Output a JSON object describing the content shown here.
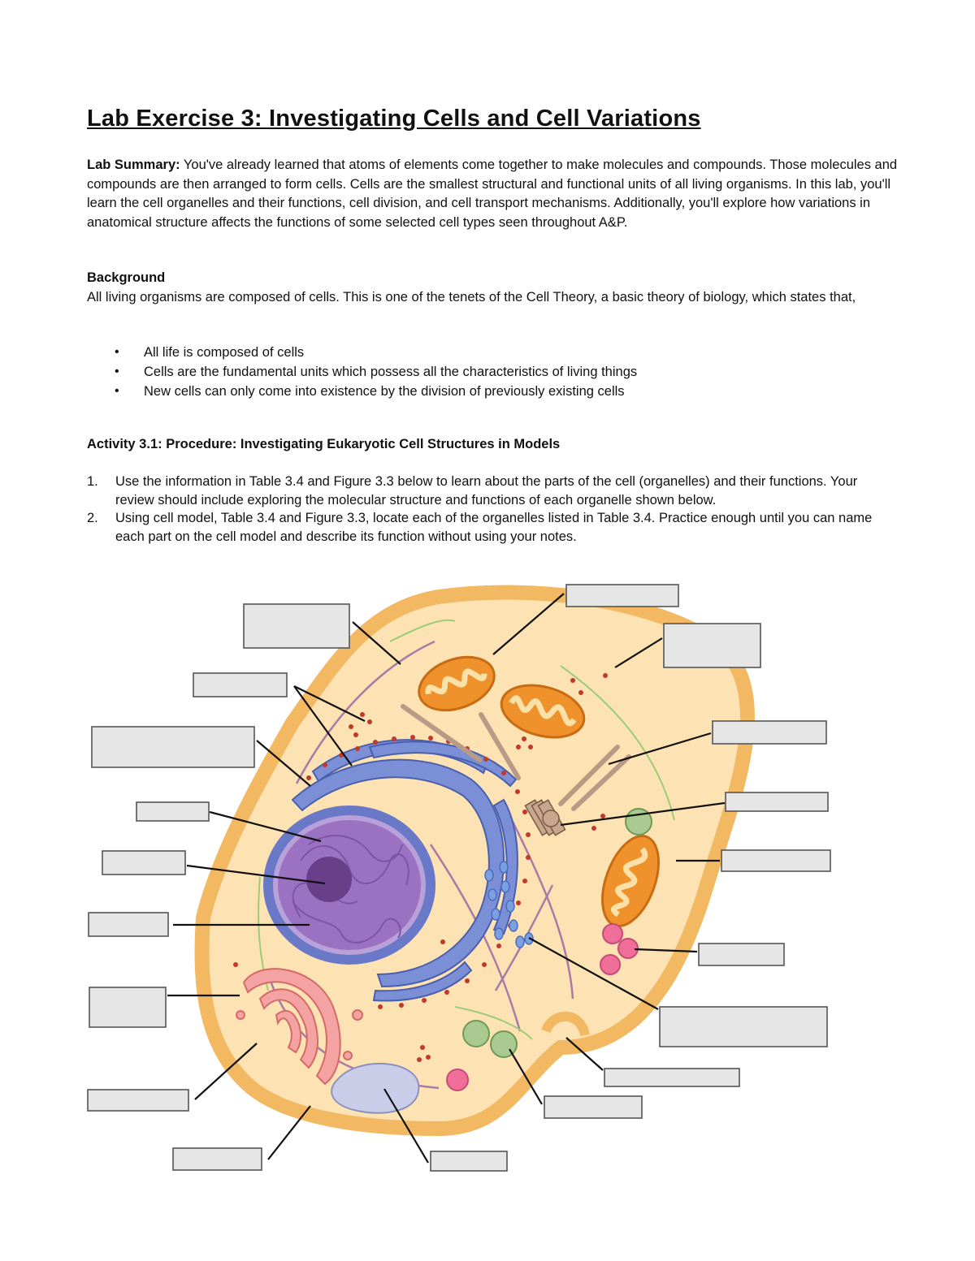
{
  "title": "Lab Exercise 3:  Investigating Cells and Cell Variations",
  "summary": {
    "label": "Lab Summary:",
    "text": " You've already learned that atoms of elements come together to make molecules and compounds.  Those molecules and compounds are then arranged to form cells.  Cells are the smallest structural and functional units of all living organisms.  In this lab, you'll learn the cell organelles and their functions, cell division, and cell transport mechanisms.  Additionally, you'll explore how variations in anatomical structure affects the functions of some selected cell types seen throughout A&P."
  },
  "background": {
    "heading": "Background",
    "text": "All living organisms are composed of cells. This is one of the tenets of the Cell Theory, a basic theory of biology, which states that,",
    "bullets": [
      "All life is composed of cells",
      "Cells are the fundamental units which possess all the characteristics of living things",
      "New cells can only come into existence by the division of previously existing cells"
    ]
  },
  "activity": {
    "heading": "Activity 3.1:  Procedure:  Investigating Eukaryotic Cell Structures in Models",
    "steps": [
      {
        "num": "1.",
        "text": "Use the information in Table 3.4 and Figure 3.3 below to learn about the parts of the cell (organelles) and their functions.  Your review should include exploring the molecular structure and functions of each organelle shown below."
      },
      {
        "num": "2.",
        "text": "Using cell model, Table 3.4 and Figure 3.3, locate each of the organelles listed in Table 3.4.  Practice enough until you can name each part on the cell model and describe its function without using your notes."
      }
    ]
  },
  "diagram": {
    "colors": {
      "cytoplasm": "#fde3b3",
      "membrane": "#f3b862",
      "nucleus": "#9b72c2",
      "nucleolus": "#6a3f8a",
      "er": "#7b8fd6",
      "ribosome": "#c0392b",
      "mitochondria": "#f0922b",
      "golgi": "#f4a2a2",
      "vacuole": "#c9cde8",
      "lysosome": "#ef6f9a",
      "peroxisome": "#9bc48f",
      "label_box": "#e6e6e6"
    },
    "icons": [
      "cell-membrane",
      "nucleus",
      "nucleolus",
      "rough-er",
      "smooth-er",
      "mitochondrion",
      "golgi-apparatus",
      "centriole",
      "lysosome",
      "peroxisome",
      "vacuole",
      "vesicle",
      "ribosome",
      "microtubule"
    ]
  }
}
